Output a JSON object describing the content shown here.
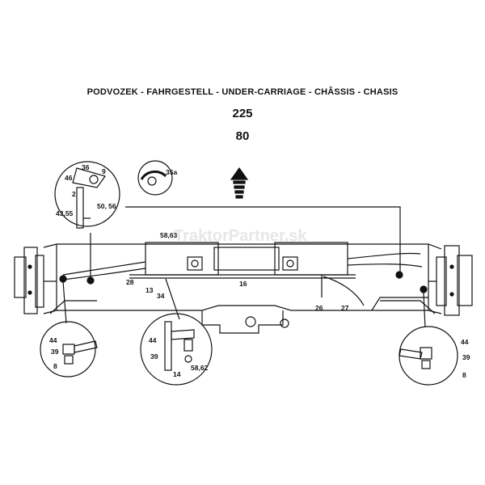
{
  "header": "PODVOZEK - FAHRGESTELL - UNDER-CARRIAGE - CHÂSSIS - CHASIS",
  "numbers": [
    "225",
    "80"
  ],
  "watermark": "TraktorPartner.sk",
  "labels": {
    "a36": "36",
    "a9": "9",
    "a46": "46",
    "a2": "2",
    "a50_56": "50, 56",
    "a43_55": "43,55",
    "a35a": "35a",
    "a58_63": "58,63",
    "a28": "28",
    "a13": "13",
    "a34": "34",
    "a16": "16",
    "a26": "26",
    "a27": "27",
    "l44": "44",
    "l39": "39",
    "l8": "8",
    "c44": "44",
    "c39": "39",
    "c14": "14",
    "c58_62": "58,62",
    "r44": "44",
    "r39": "39",
    "r8": "8"
  },
  "colors": {
    "ink": "#111111",
    "watermark": "#e7e7e7"
  }
}
